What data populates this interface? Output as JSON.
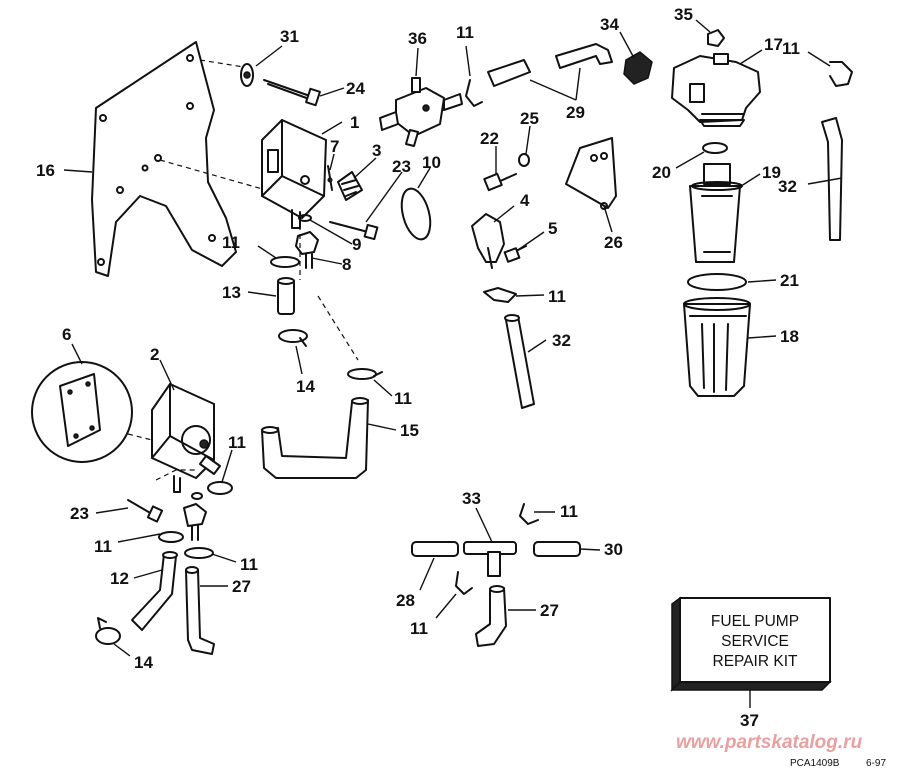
{
  "callouts": {
    "c1": "1",
    "c2": "2",
    "c3": "3",
    "c4": "4",
    "c5": "5",
    "c6": "6",
    "c7": "7",
    "c8": "8",
    "c9": "9",
    "c10": "10",
    "c11": "11",
    "c12": "12",
    "c13": "13",
    "c14": "14",
    "c15": "15",
    "c16": "16",
    "c17": "17",
    "c18": "18",
    "c19": "19",
    "c20": "20",
    "c21": "21",
    "c22": "22",
    "c23": "23",
    "c24": "24",
    "c25": "25",
    "c26": "26",
    "c27": "27",
    "c28": "28",
    "c29": "29",
    "c30": "30",
    "c31": "31",
    "c32": "32",
    "c33": "33",
    "c34": "34",
    "c35": "35",
    "c36": "36",
    "c37": "37"
  },
  "kit_box": {
    "line1": "FUEL PUMP",
    "line2": "SERVICE",
    "line3": "REPAIR KIT"
  },
  "footer": {
    "drawing_code": "PCA1409B",
    "date": "6-97",
    "watermark": "www.partskatalog.ru"
  }
}
